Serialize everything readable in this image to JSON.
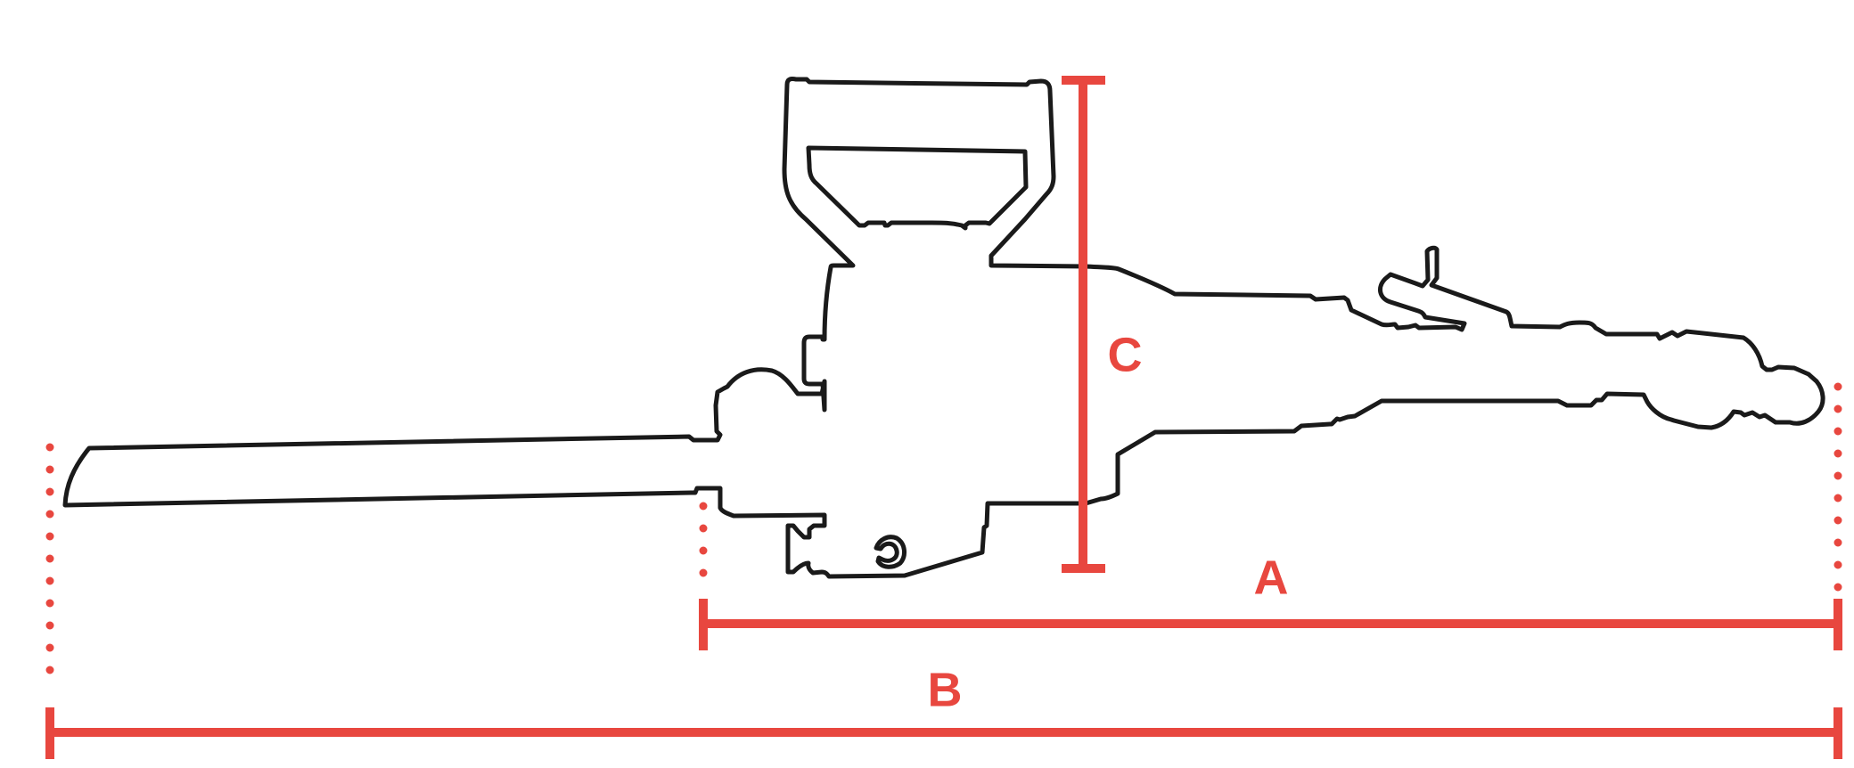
{
  "diagram": {
    "colors": {
      "dimension": "#e8473f",
      "outline": "#1a1a1a",
      "background": "#ffffff"
    },
    "dimensions": {
      "a": {
        "label": "A"
      },
      "b": {
        "label": "B"
      },
      "c": {
        "label": "C"
      }
    }
  }
}
